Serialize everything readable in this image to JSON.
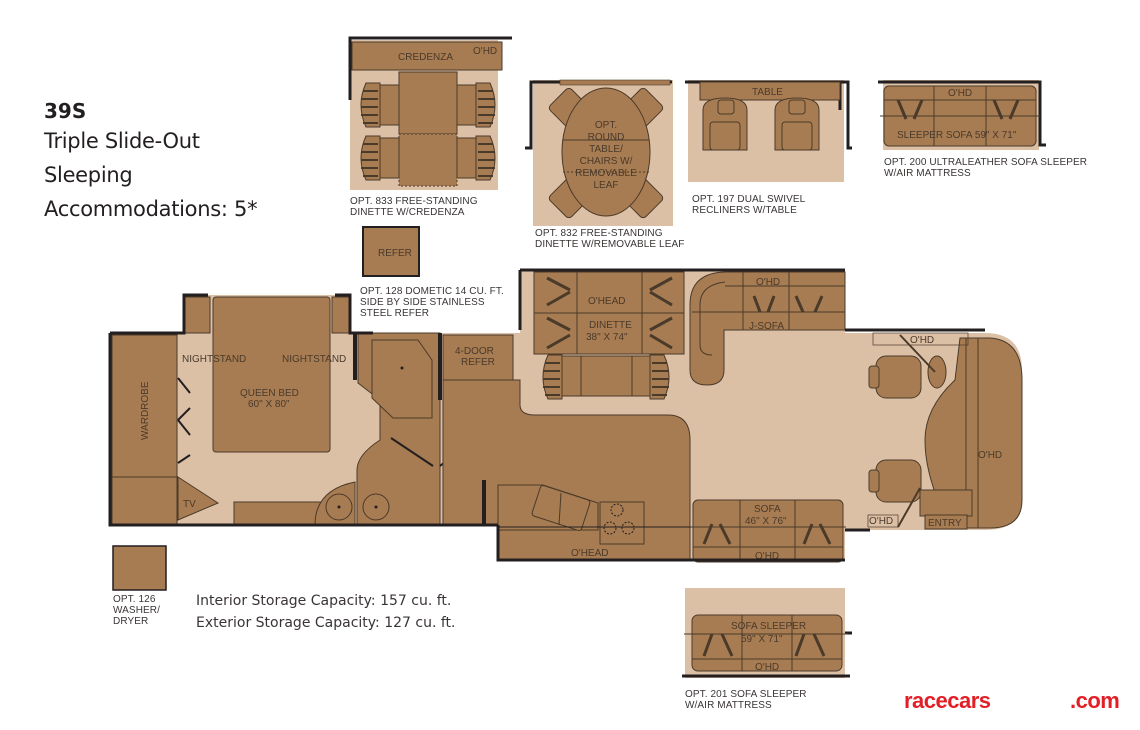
{
  "title": {
    "model": "39S",
    "lines": [
      "Triple Slide-Out",
      "Sleeping",
      "Accommodations: 5*"
    ]
  },
  "colors": {
    "floor_light": "#dcc0a6",
    "furniture_tan": "#a87c52",
    "wall_dark": "#231f20",
    "outline": "#5a4330",
    "brand_red": "#e21f26"
  },
  "options": [
    {
      "id": "opt-833",
      "caption_1": "OPT. 833 FREE-STANDING",
      "caption_2": "DINETTE W/CREDENZA",
      "labels": [
        "CREDENZA",
        "O'HD"
      ]
    },
    {
      "id": "opt-832",
      "caption_1": "OPT. 832 FREE-STANDING",
      "caption_2": "DINETTE W/REMOVABLE LEAF",
      "labels": [
        "OPT.",
        "ROUND",
        "TABLE/",
        "CHAIRS W/",
        "REMOVABLE",
        "LEAF"
      ]
    },
    {
      "id": "opt-197",
      "caption_1": "OPT. 197 DUAL SWIVEL",
      "caption_2": "RECLINERS W/TABLE",
      "labels": [
        "TABLE"
      ]
    },
    {
      "id": "opt-200",
      "caption_1": "OPT. 200 ULTRALEATHER SOFA SLEEPER",
      "caption_2": "W/AIR MATTRESS",
      "labels": [
        "O'HD",
        "SLEEPER SOFA 59\" X 71\""
      ]
    },
    {
      "id": "opt-128",
      "caption_1": "OPT. 128 DOMETIC 14 CU. FT.",
      "caption_2": "SIDE BY SIDE STAINLESS",
      "caption_3": "STEEL REFER",
      "labels": [
        "REFER"
      ]
    },
    {
      "id": "opt-126",
      "caption_1": "OPT. 126",
      "caption_2": "WASHER/",
      "caption_3": "DRYER"
    },
    {
      "id": "opt-201",
      "caption_1": "OPT. 201 SOFA SLEEPER",
      "caption_2": "W/AIR MATTRESS",
      "labels": [
        "SOFA SLEEPER",
        "59\" X 71\"",
        "O'HD"
      ]
    }
  ],
  "floorplan": {
    "labels": {
      "wardrobe": "WARDROBE",
      "nightstand_left": "NIGHTSTAND",
      "nightstand_right": "NIGHTSTAND",
      "bed_1": "QUEEN BED",
      "bed_2": "60\" X 80\"",
      "tv": "TV",
      "refer_1": "4-DOOR",
      "refer_2": "REFER",
      "dinette_ohead": "O'HEAD",
      "dinette_1": "DINETTE",
      "dinette_2": "38\" X 74\"",
      "jsofa_ohd": "O'HD",
      "jsofa": "J-SOFA",
      "galley_ohead": "O'HEAD",
      "sofa_1": "SOFA",
      "sofa_2": "46\" X 76\"",
      "sofa_ohd": "O'HD",
      "cockpit_ohd_top": "O'HD",
      "cockpit_ohd_front": "O'HD",
      "cockpit_ohd_bottom": "O'HD",
      "entry": "ENTRY"
    }
  },
  "storage": {
    "interior": "Interior Storage Capacity: 157 cu. ft.",
    "exterior": "Exterior Storage Capacity: 127 cu. ft."
  },
  "brand": {
    "left": "racecars",
    "right": ".com"
  }
}
